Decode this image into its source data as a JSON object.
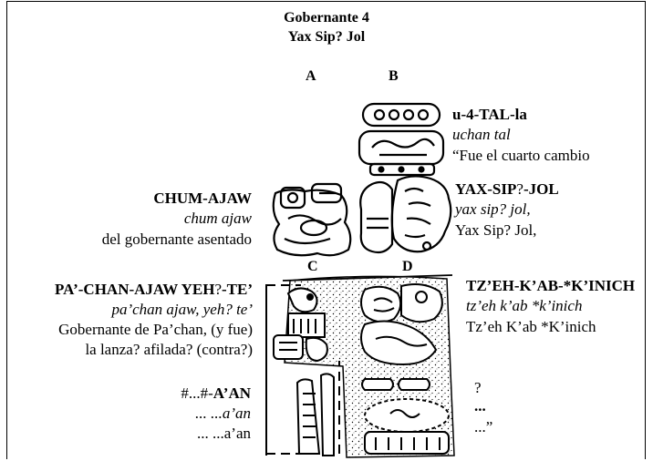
{
  "title": {
    "line1": "Gobernante 4",
    "line2": "Yax Sip? Jol"
  },
  "columns": {
    "a": "A",
    "b": "B",
    "c": "C",
    "d": "D"
  },
  "captions": {
    "b1": {
      "transliteration": "u-4-TAL-la",
      "transcription": "uchan tal",
      "translation": "“Fue el cuarto cambio"
    },
    "a2": {
      "transliteration": "CHUM-AJAW",
      "transcription": "chum ajaw",
      "translation": "del gobernante asentado"
    },
    "b2": {
      "transliteration": "YAX-SIP?-JOL",
      "transliteration_main": "YAX-SIP",
      "transliteration_q": "?",
      "transliteration_end": "-JOL",
      "transcription": "yax sip? jol,",
      "translation": "Yax Sip? Jol,"
    },
    "c1": {
      "transliteration": "PA’-CHAN-AJAW YEH?-TE’",
      "transliteration_a": "PA’-CHAN-AJAW YEH",
      "transliteration_q": "?",
      "transliteration_b": "-TE’",
      "transcription": "pa’chan ajaw, yeh? te’",
      "translation1": "Gobernante de Pa’chan, (y fue)",
      "translation2": "la lanza? afilada? (contra?)"
    },
    "d1": {
      "transliteration": "TZ’EH-K’AB-*K’INICH",
      "transcription": "tz’eh k’ab *k’inich",
      "translation": "Tz’eh K’ab *K’inich"
    },
    "c2": {
      "transliteration": "#...#-A’AN",
      "transliteration_a": "#...#-",
      "transliteration_b": "A’AN",
      "transcription": "... ...a’an",
      "translation": "... ...a’an"
    },
    "d2": {
      "transliteration": "?",
      "transcription": "...",
      "translation": "...”"
    }
  }
}
